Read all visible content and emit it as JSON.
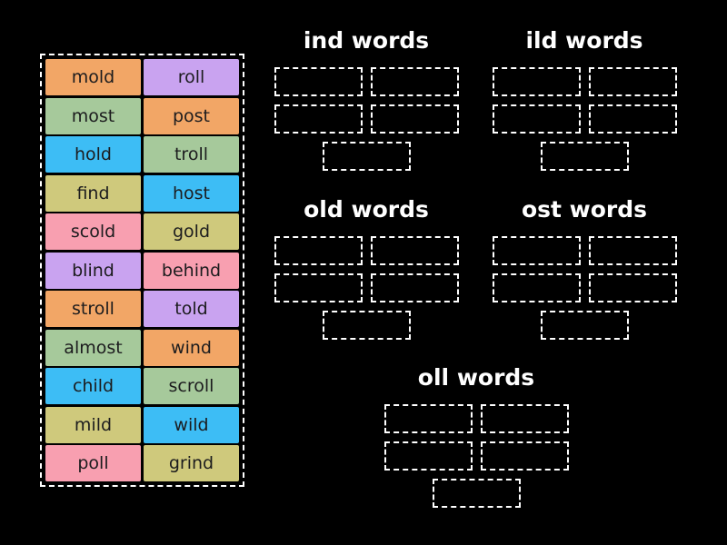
{
  "colors": {
    "background": "#000000",
    "border_dashed": "#ffffff",
    "title_text": "#ffffff",
    "tile_text": "#1c1c1e",
    "palette": {
      "orange": "#f2a666",
      "purple": "#c9a3f0",
      "green": "#a6c99b",
      "blue": "#3dbdf5",
      "khaki": "#cfc97c",
      "pink": "#f89fb0"
    }
  },
  "word_bank": {
    "tiles": [
      {
        "word": "mold",
        "color": "#f2a666"
      },
      {
        "word": "roll",
        "color": "#c9a3f0"
      },
      {
        "word": "most",
        "color": "#a6c99b"
      },
      {
        "word": "post",
        "color": "#f2a666"
      },
      {
        "word": "hold",
        "color": "#3dbdf5"
      },
      {
        "word": "troll",
        "color": "#a6c99b"
      },
      {
        "word": "find",
        "color": "#cfc97c"
      },
      {
        "word": "host",
        "color": "#3dbdf5"
      },
      {
        "word": "scold",
        "color": "#f89fb0"
      },
      {
        "word": "gold",
        "color": "#cfc97c"
      },
      {
        "word": "blind",
        "color": "#c9a3f0"
      },
      {
        "word": "behind",
        "color": "#f89fb0"
      },
      {
        "word": "stroll",
        "color": "#f2a666"
      },
      {
        "word": "told",
        "color": "#c9a3f0"
      },
      {
        "word": "almost",
        "color": "#a6c99b"
      },
      {
        "word": "wind",
        "color": "#f2a666"
      },
      {
        "word": "child",
        "color": "#3dbdf5"
      },
      {
        "word": "scroll",
        "color": "#a6c99b"
      },
      {
        "word": "mild",
        "color": "#cfc97c"
      },
      {
        "word": "wild",
        "color": "#3dbdf5"
      },
      {
        "word": "poll",
        "color": "#f89fb0"
      },
      {
        "word": "grind",
        "color": "#cfc97c"
      }
    ]
  },
  "groups": [
    {
      "label": "ind words",
      "slot_rows": [
        2,
        2,
        1
      ]
    },
    {
      "label": "ild words",
      "slot_rows": [
        2,
        2,
        1
      ]
    },
    {
      "label": "old words",
      "slot_rows": [
        2,
        2,
        1
      ]
    },
    {
      "label": "ost words",
      "slot_rows": [
        2,
        2,
        1
      ]
    },
    {
      "label": "oll words",
      "slot_rows": [
        2,
        2,
        1
      ]
    }
  ]
}
